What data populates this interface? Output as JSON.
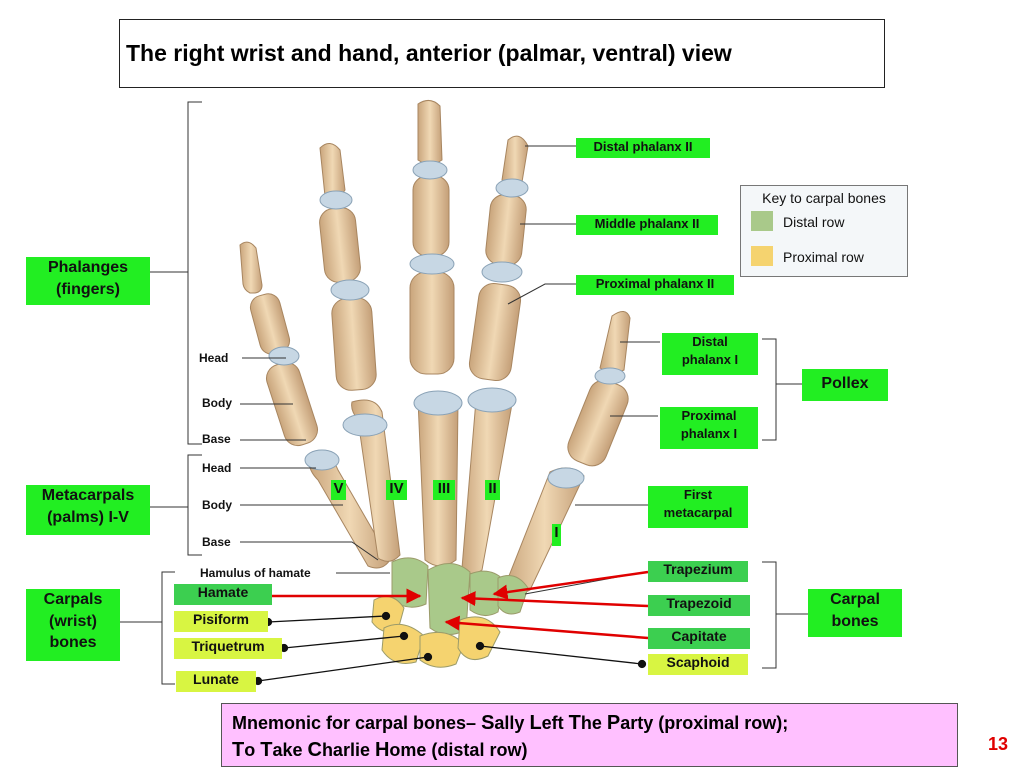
{
  "title": "The right wrist and hand, anterior (palmar, ventral) view",
  "key": {
    "title": "Key to carpal bones",
    "distal": {
      "label": "Distal row",
      "color": "#a9c98a"
    },
    "proximal": {
      "label": "Proximal row",
      "color": "#f5d36f"
    }
  },
  "labels": {
    "distal_phalanx_ii": "Distal phalanx II",
    "middle_phalanx_ii": "Middle phalanx II",
    "proximal_phalanx_ii": "Proximal phalanx II",
    "distal_phalanx_i_1": "Distal",
    "distal_phalanx_i_2": "phalanx I",
    "proximal_phalanx_i_1": "Proximal",
    "proximal_phalanx_i_2": "phalanx I",
    "pollex": "Pollex",
    "first_metacarpal_1": "First",
    "first_metacarpal_2": "metacarpal",
    "phalanges_1": "Phalanges",
    "phalanges_2": "(fingers)",
    "metacarpals_1": "Metacarpals",
    "metacarpals_2": "(palms) I-V",
    "carpals_1": "Carpals",
    "carpals_2": "(wrist)",
    "carpals_3": "bones",
    "carpal_bones_1": "Carpal",
    "carpal_bones_2": "bones",
    "head_1": "Head",
    "body_1": "Body",
    "base_1": "Base",
    "head_2": "Head",
    "body_2": "Body",
    "base_2": "Base",
    "hamulus": "Hamulus of hamate",
    "numerals": {
      "v": "V",
      "iv": "IV",
      "iii": "III",
      "ii": "II",
      "i": "I"
    }
  },
  "carpals": {
    "hamate": "Hamate",
    "pisiform": "Pisiform",
    "triquetrum": "Triquetrum",
    "lunate": "Lunate",
    "trapezium": "Trapezium",
    "trapezoid": "Trapezoid",
    "capitate": "Capitate",
    "scaphoid": "Scaphoid",
    "distal_color": "#3ccf50",
    "proximal_color": "#d8f542"
  },
  "mnemonic": {
    "prefix": "Mnemonic for carpal bones– ",
    "line1": [
      {
        "c": "S",
        "r": "ally "
      },
      {
        "c": "L",
        "r": "eft "
      },
      {
        "c": "T",
        "r": "he "
      },
      {
        "c": "P",
        "r": "arty (proximal row);"
      }
    ],
    "line2": [
      {
        "c": "T",
        "r": "o "
      },
      {
        "c": "T",
        "r": "ake "
      },
      {
        "c": "C",
        "r": "harlie "
      },
      {
        "c": "H",
        "r": "ome (distal row)"
      }
    ]
  },
  "page_number": "13"
}
